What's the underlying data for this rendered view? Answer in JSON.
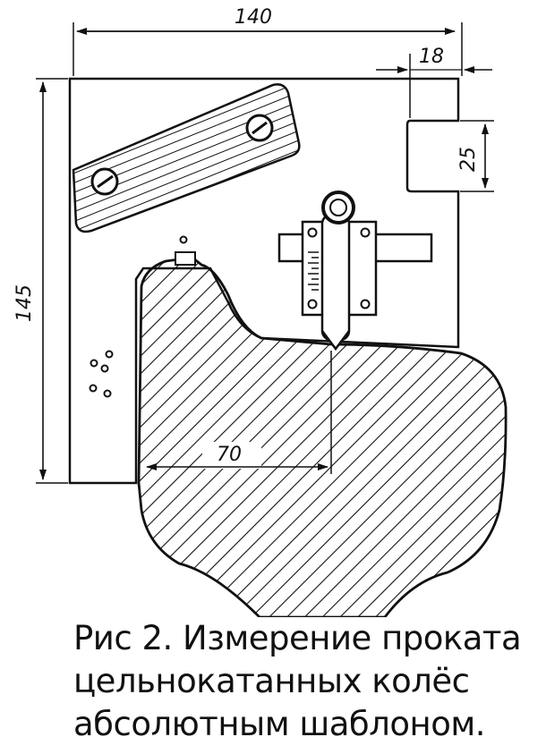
{
  "dimensions": {
    "width_total": "140",
    "step_width": "18",
    "step_height": "25",
    "height_total": "145",
    "flange_offset": "70"
  },
  "caption": {
    "line1": "Рис 2. Измерение проката",
    "line2": "цельнокатанных колёс",
    "line3": "абсолютным шаблоном."
  },
  "colors": {
    "ink": "#111111",
    "paper": "#ffffff"
  }
}
